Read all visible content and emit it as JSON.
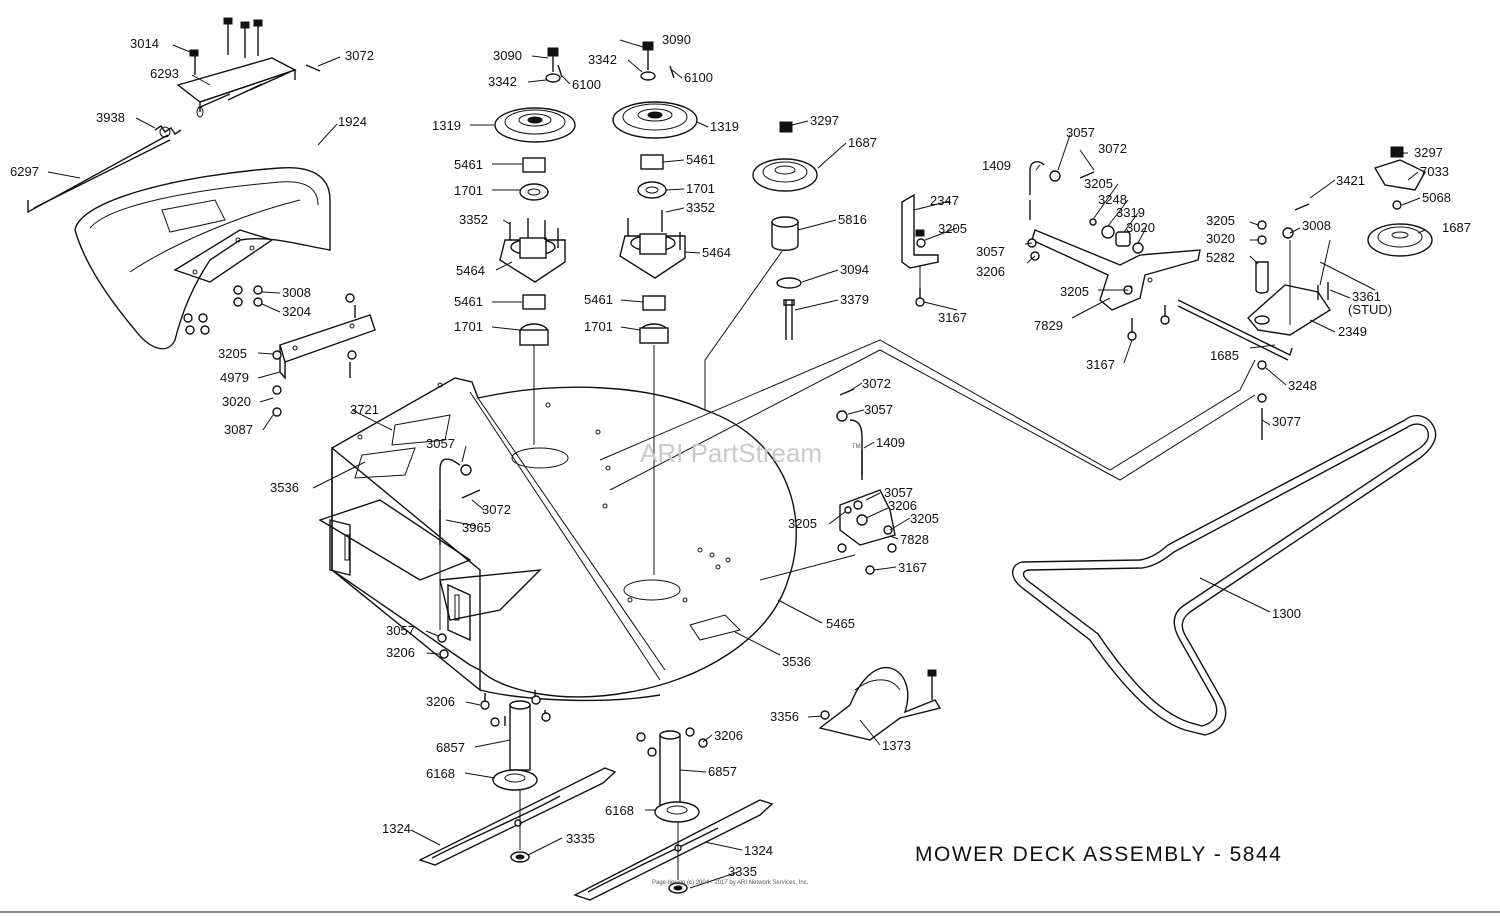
{
  "title": "MOWER DECK ASSEMBLY - 5844",
  "watermark": "ARI PartStream",
  "watermark_tm": "TM",
  "copyright": "Page design (c) 2004 - 2017 by ARI Network Services, Inc.",
  "labels": [
    {
      "id": "l3014a",
      "text": "3014"
    },
    {
      "id": "l3072a",
      "text": "3072"
    },
    {
      "id": "l6293",
      "text": "6293"
    },
    {
      "id": "l3938",
      "text": "3938"
    },
    {
      "id": "l6297",
      "text": "6297"
    },
    {
      "id": "l1924",
      "text": "1924"
    },
    {
      "id": "l3008a",
      "text": "3008"
    },
    {
      "id": "l3204",
      "text": "3204"
    },
    {
      "id": "l3205a",
      "text": "3205"
    },
    {
      "id": "l4979",
      "text": "4979"
    },
    {
      "id": "l3020a",
      "text": "3020"
    },
    {
      "id": "l3087",
      "text": "3087"
    },
    {
      "id": "l3721",
      "text": "3721"
    },
    {
      "id": "l3536a",
      "text": "3536"
    },
    {
      "id": "l3057a",
      "text": "3057"
    },
    {
      "id": "l3072b",
      "text": "3072"
    },
    {
      "id": "l3965",
      "text": "3965"
    },
    {
      "id": "l3057b",
      "text": "3057"
    },
    {
      "id": "l3206a",
      "text": "3206"
    },
    {
      "id": "l3090a",
      "text": "3090"
    },
    {
      "id": "l3342a",
      "text": "3342"
    },
    {
      "id": "l6100a",
      "text": "6100"
    },
    {
      "id": "l1319a",
      "text": "1319"
    },
    {
      "id": "l5461a",
      "text": "5461"
    },
    {
      "id": "l1701a",
      "text": "1701"
    },
    {
      "id": "l3352a",
      "text": "3352"
    },
    {
      "id": "l5464a",
      "text": "5464"
    },
    {
      "id": "l5461b",
      "text": "5461"
    },
    {
      "id": "l1701b",
      "text": "1701"
    },
    {
      "id": "l3090b",
      "text": "3090"
    },
    {
      "id": "l3342b",
      "text": "3342"
    },
    {
      "id": "l6100b",
      "text": "6100"
    },
    {
      "id": "l1319b",
      "text": "1319"
    },
    {
      "id": "l5461c",
      "text": "5461"
    },
    {
      "id": "l1701c",
      "text": "1701"
    },
    {
      "id": "l3352b",
      "text": "3352"
    },
    {
      "id": "l5464b",
      "text": "5464"
    },
    {
      "id": "l5461d",
      "text": "5461"
    },
    {
      "id": "l1701d",
      "text": "1701"
    },
    {
      "id": "l3297a",
      "text": "3297"
    },
    {
      "id": "l1687a",
      "text": "1687"
    },
    {
      "id": "l5816",
      "text": "5816"
    },
    {
      "id": "l3094",
      "text": "3094"
    },
    {
      "id": "l3379",
      "text": "3379"
    },
    {
      "id": "l2347",
      "text": "2347"
    },
    {
      "id": "l3205b",
      "text": "3205"
    },
    {
      "id": "l3167a",
      "text": "3167"
    },
    {
      "id": "l1409a",
      "text": "1409"
    },
    {
      "id": "l3057c",
      "text": "3057"
    },
    {
      "id": "l3072c",
      "text": "3072"
    },
    {
      "id": "l3205c",
      "text": "3205"
    },
    {
      "id": "l3248a",
      "text": "3248"
    },
    {
      "id": "l3319",
      "text": "3319"
    },
    {
      "id": "l3020b",
      "text": "3020"
    },
    {
      "id": "l3057d",
      "text": "3057"
    },
    {
      "id": "l3206b",
      "text": "3206"
    },
    {
      "id": "l3205d",
      "text": "3205"
    },
    {
      "id": "l7829",
      "text": "7829"
    },
    {
      "id": "l3167b",
      "text": "3167"
    },
    {
      "id": "l3421",
      "text": "3421"
    },
    {
      "id": "l3205e",
      "text": "3205"
    },
    {
      "id": "l3020c",
      "text": "3020"
    },
    {
      "id": "l5282",
      "text": "5282"
    },
    {
      "id": "l3008b",
      "text": "3008"
    },
    {
      "id": "l3297b",
      "text": "3297"
    },
    {
      "id": "l7033",
      "text": "7033"
    },
    {
      "id": "l5068",
      "text": "5068"
    },
    {
      "id": "l1687b",
      "text": "1687"
    },
    {
      "id": "l3361",
      "text": "3361"
    },
    {
      "id": "lstud",
      "text": "(STUD)"
    },
    {
      "id": "l2349",
      "text": "2349"
    },
    {
      "id": "l1685",
      "text": "1685"
    },
    {
      "id": "l3248b",
      "text": "3248"
    },
    {
      "id": "l3077",
      "text": "3077"
    },
    {
      "id": "l3072d",
      "text": "3072"
    },
    {
      "id": "l3057e",
      "text": "3057"
    },
    {
      "id": "l1409b",
      "text": "1409"
    },
    {
      "id": "l3057f",
      "text": "3057"
    },
    {
      "id": "l3205f",
      "text": "3205"
    },
    {
      "id": "l3206c",
      "text": "3206"
    },
    {
      "id": "l3205g",
      "text": "3205"
    },
    {
      "id": "l7828",
      "text": "7828"
    },
    {
      "id": "l3167c",
      "text": "3167"
    },
    {
      "id": "l5465",
      "text": "5465"
    },
    {
      "id": "l3536b",
      "text": "3536"
    },
    {
      "id": "l1300",
      "text": "1300"
    },
    {
      "id": "l3356",
      "text": "3356"
    },
    {
      "id": "l1373",
      "text": "1373"
    },
    {
      "id": "l3206d",
      "text": "3206"
    },
    {
      "id": "l6857a",
      "text": "6857"
    },
    {
      "id": "l6168a",
      "text": "6168"
    },
    {
      "id": "l1324a",
      "text": "1324"
    },
    {
      "id": "l3335a",
      "text": "3335"
    },
    {
      "id": "l3206e",
      "text": "3206"
    },
    {
      "id": "l6857b",
      "text": "6857"
    },
    {
      "id": "l6168b",
      "text": "6168"
    },
    {
      "id": "l1324b",
      "text": "1324"
    },
    {
      "id": "l3335b",
      "text": "3335"
    }
  ]
}
